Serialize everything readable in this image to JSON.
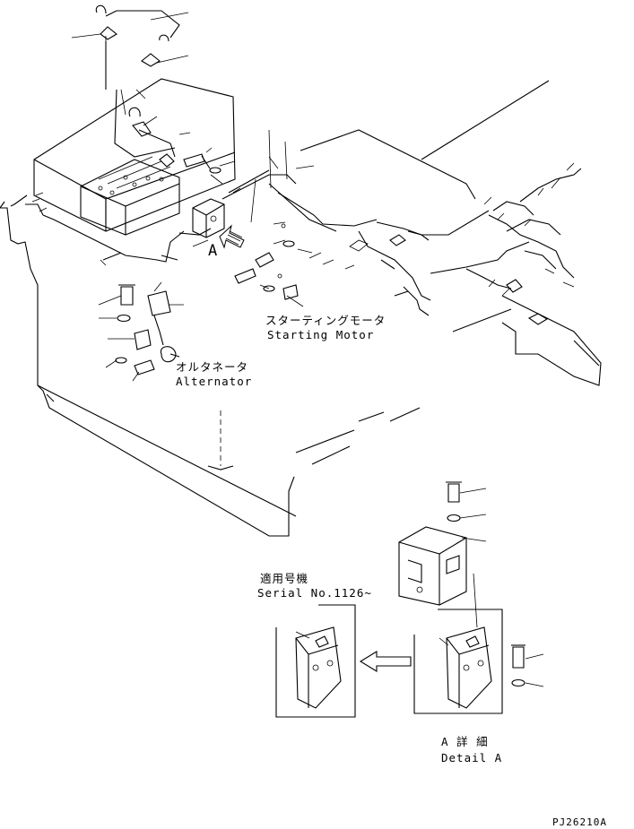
{
  "labels": {
    "starting_motor_jp": "スターティングモータ",
    "starting_motor_en": "Starting Motor",
    "alternator_jp": "オルタネータ",
    "alternator_en": "Alternator",
    "view_a": "A",
    "serial_jp": "適用号機",
    "serial_en": "Serial No.1126~",
    "detail_jp": "A 詳 細",
    "detail_en": "Detail A",
    "drawing_no": "PJ26210A"
  }
}
